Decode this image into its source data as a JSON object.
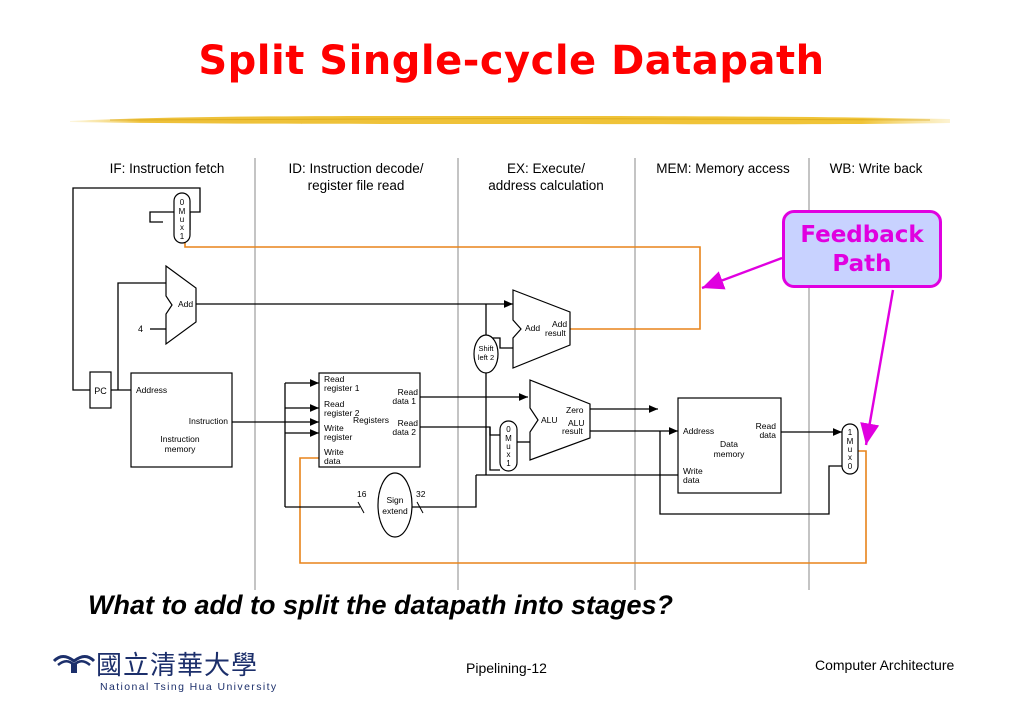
{
  "slide": {
    "title": "Split Single-cycle Datapath",
    "question": "What to add to split the datapath into stages?",
    "footer_center": "Pipelining-12",
    "footer_right": "Computer Architecture"
  },
  "logo": {
    "chinese": "國立清華大學",
    "english": "National Tsing Hua University"
  },
  "callout": {
    "text": "Feedback\nPath",
    "border_color": "#e000e0",
    "fill_color": "#c8d2ff"
  },
  "stages": [
    {
      "line1": "IF: Instruction fetch",
      "line2": ""
    },
    {
      "line1": "ID: Instruction decode/",
      "line2": "register file read"
    },
    {
      "line1": "EX: Execute/",
      "line2": "address calculation"
    },
    {
      "line1": "MEM: Memory access",
      "line2": ""
    },
    {
      "line1": "WB: Write back",
      "line2": ""
    }
  ],
  "components": {
    "pc": "PC",
    "mux": [
      "0",
      "M",
      "u",
      "x",
      "1"
    ],
    "mux_wb": [
      "1",
      "M",
      "u",
      "x",
      "0"
    ],
    "add": "Add",
    "const_four": "4",
    "add_result": [
      "Add",
      "result"
    ],
    "shift": [
      "Shift",
      "left 2"
    ],
    "imem": {
      "address": "Address",
      "instruction": "Instruction",
      "name": [
        "Instruction",
        "memory"
      ]
    },
    "regs": {
      "read_reg1": [
        "Read",
        "register 1"
      ],
      "read_reg2": [
        "Read",
        "register 2"
      ],
      "write_reg": [
        "Write",
        "register"
      ],
      "write_data": [
        "Write",
        "data"
      ],
      "read_data1": [
        "Read",
        "data 1"
      ],
      "read_data2": [
        "Read",
        "data 2"
      ],
      "name": "Registers"
    },
    "alu": {
      "name": "ALU",
      "zero": "Zero",
      "result": [
        "ALU",
        "result"
      ]
    },
    "dmem": {
      "address": "Address",
      "read_data": [
        "Read",
        "data"
      ],
      "name": [
        "Data",
        "memory"
      ],
      "write_data": [
        "Write",
        "data"
      ]
    },
    "sign_extend": [
      "Sign",
      "extend"
    ],
    "bits_in": "16",
    "bits_out": "32"
  },
  "colors": {
    "title": "#ff0000",
    "feedback_wire": "#e8841a",
    "callout_arrow": "#e000e0",
    "wire": "#000000"
  }
}
